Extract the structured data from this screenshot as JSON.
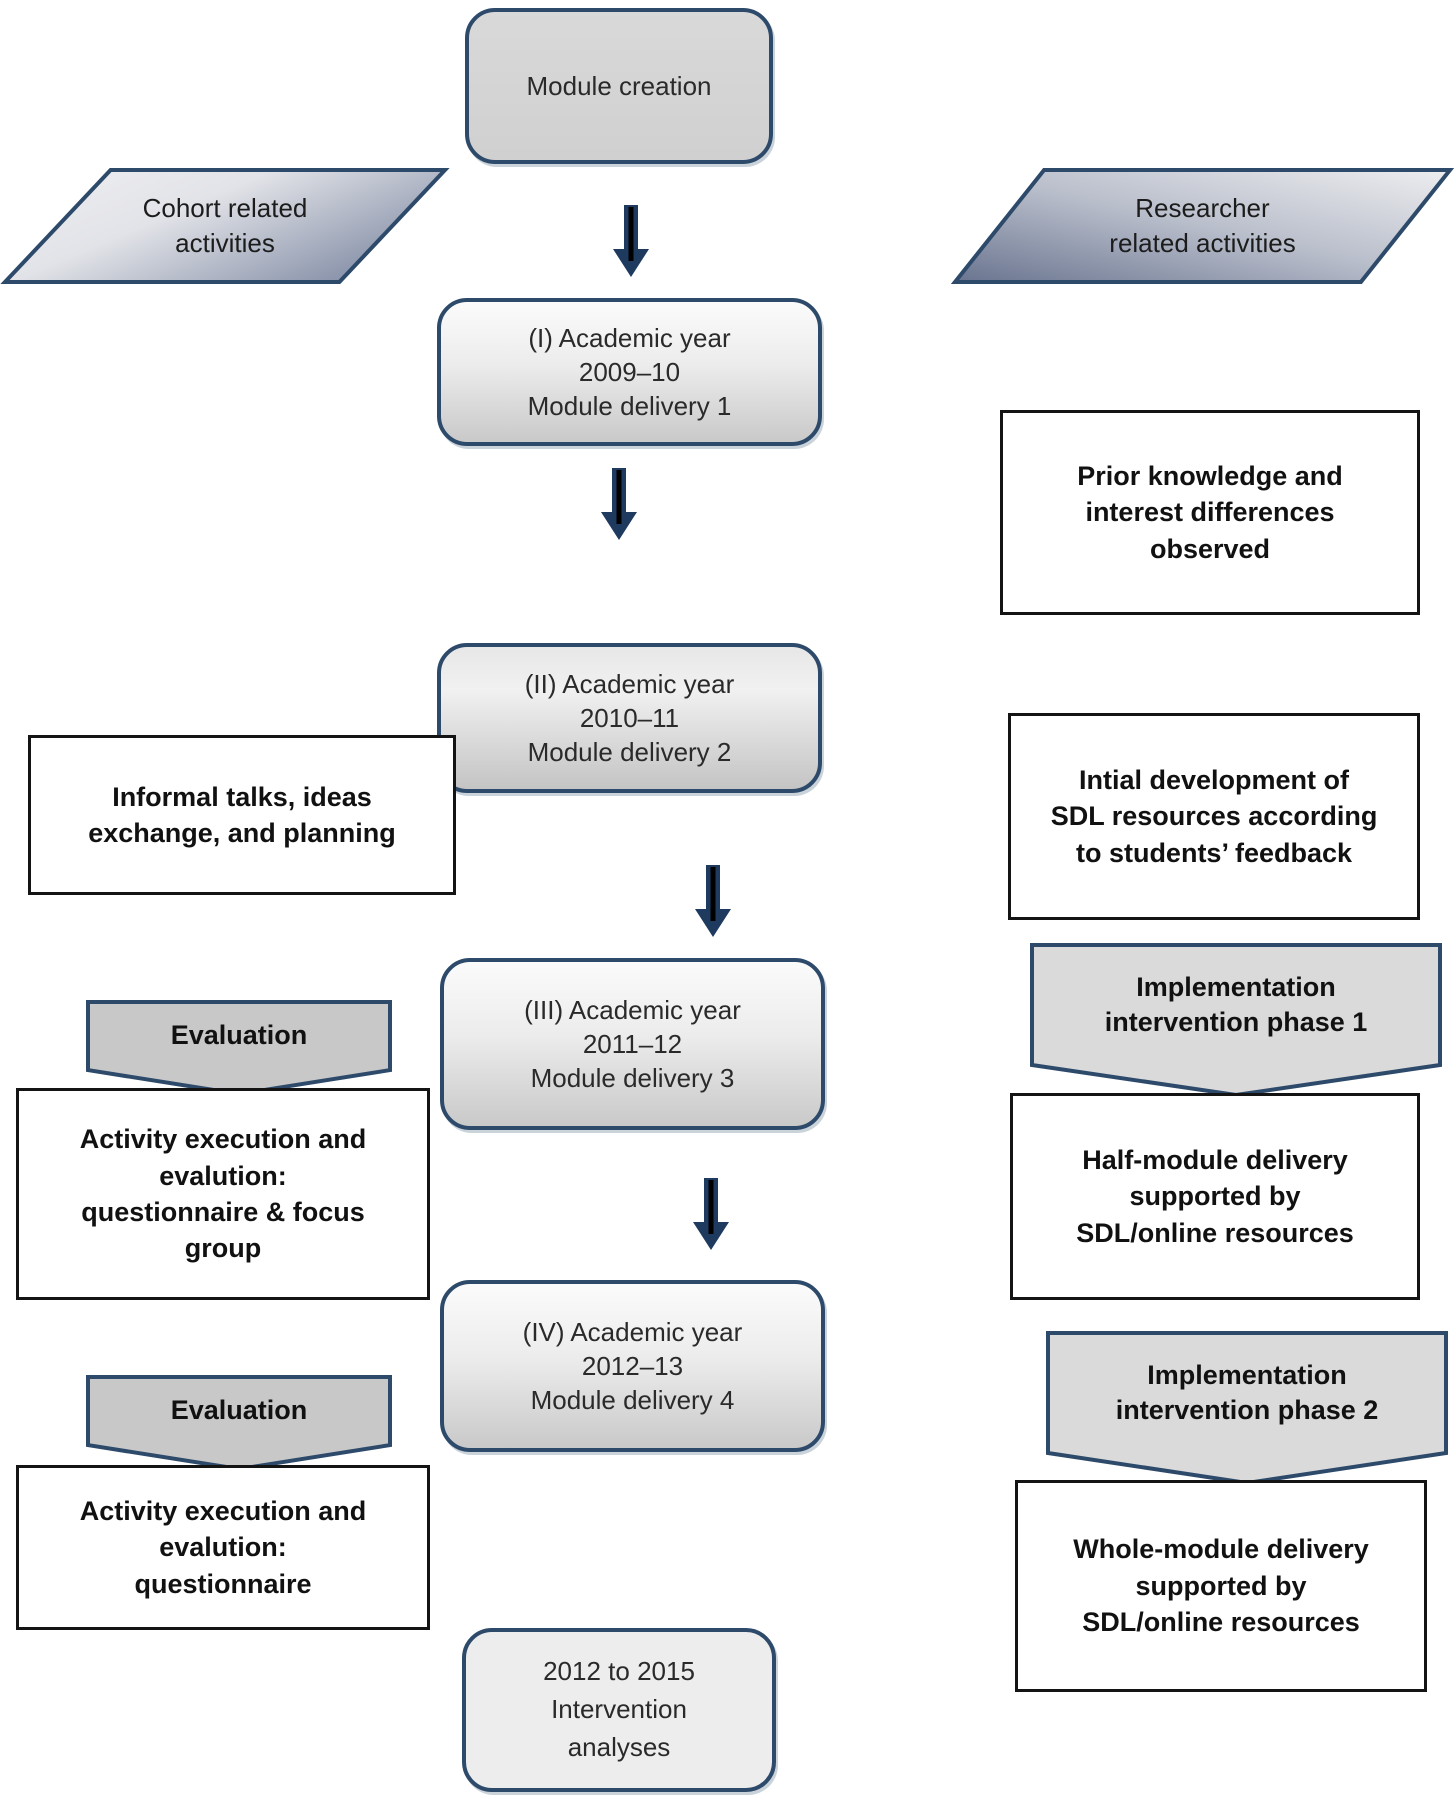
{
  "colors": {
    "navy_border": "#2d4a6b",
    "arrow_fill": "#1e3a5f",
    "arrow_core": "#000000",
    "white_box_border": "#141414",
    "banner_fill": "#c8c8c8",
    "implementation_banner_fill": "#dadada",
    "timeline_box_fill": "#e0e0e0"
  },
  "nodes": {
    "module_creation": "Module creation",
    "cohort_lane": "Cohort related\nactivities",
    "researcher_lane": "Researcher\nrelated activities",
    "year1": "(I) Academic year\n2009–10\nModule delivery 1",
    "year2": "(II) Academic year\n2010–11\nModule delivery 2",
    "year3": "(III) Academic year\n2011–12\nModule delivery 3",
    "year4": "(IV) Academic year\n2012–13\nModule delivery 4",
    "analyses": "2012 to 2015\nIntervention\nanalyses",
    "informal_talks": "Informal talks, ideas\nexchange, and planning",
    "evaluation_1": "Evaluation",
    "activity_eval_1": "Activity execution and\nevalution:\nquestionnaire & focus\ngroup",
    "evaluation_2": "Evaluation",
    "activity_eval_2": "Activity execution and\nevalution:\nquestionnaire",
    "prior_knowledge": "Prior knowledge and\ninterest differences\nobserved",
    "initial_development": "Intial development of\nSDL resources according\nto students’ feedback",
    "implementation_phase_1": "Implementation\nintervention phase 1",
    "half_module": "Half-module delivery\nsupported by\nSDL/online resources",
    "implementation_phase_2": "Implementation\nintervention phase 2",
    "whole_module": "Whole-module delivery\nsupported by\nSDL/online resources"
  }
}
